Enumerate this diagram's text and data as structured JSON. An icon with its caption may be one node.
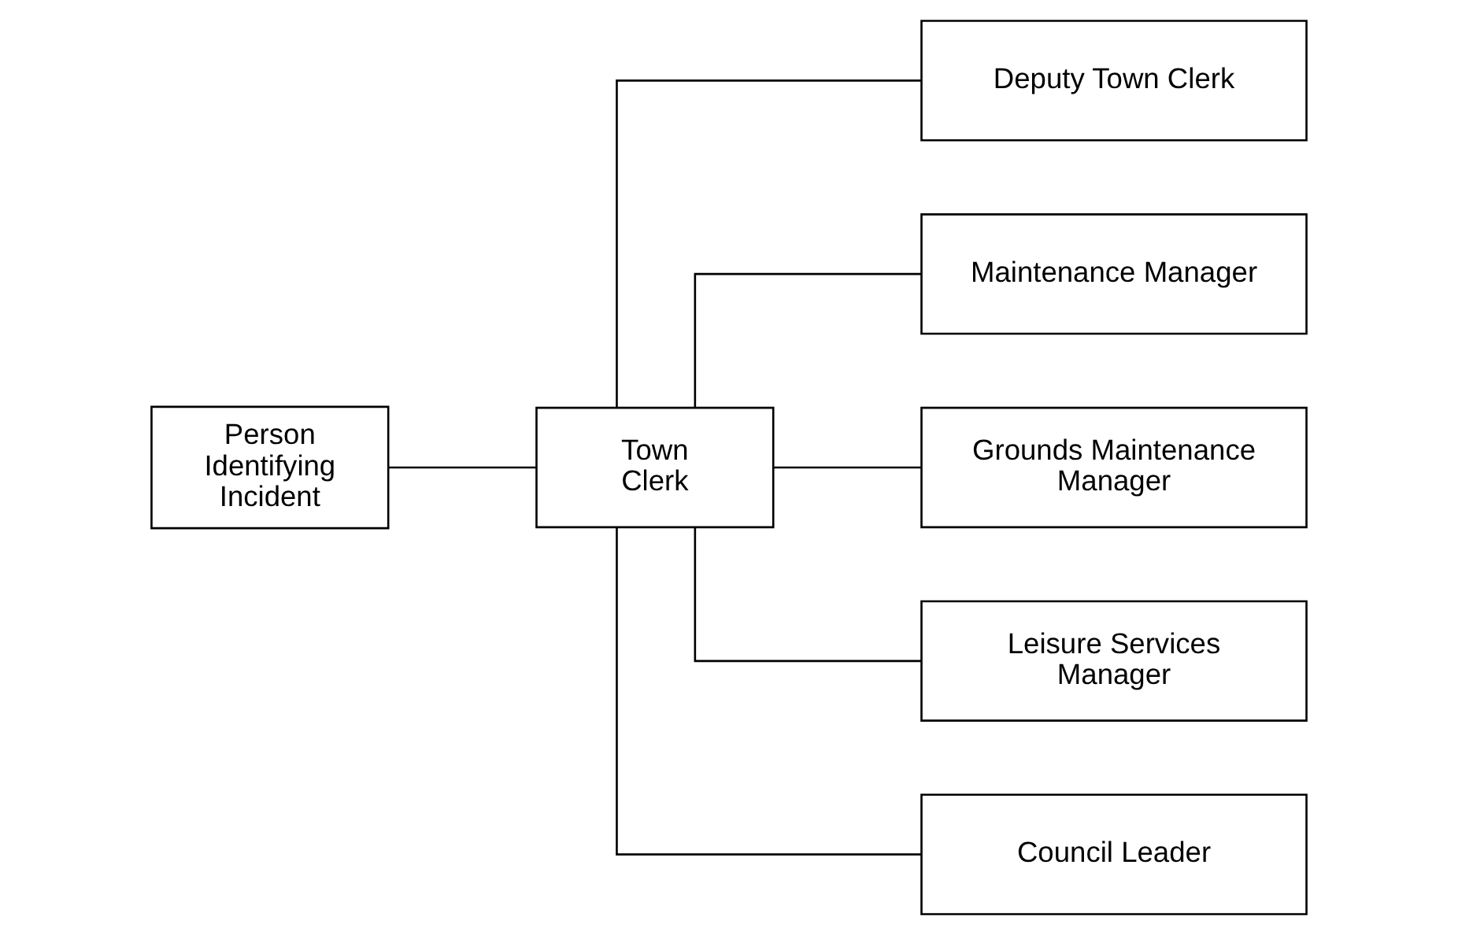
{
  "diagram": {
    "nodes": [
      {
        "text": [
          "Person Identifying Incident"
        ]
      },
      {
        "text": [
          "Town Clerk"
        ]
      },
      {
        "text": [
          "Deputy Town Clerk"
        ]
      },
      {
        "text": [
          "Maintenance Manager"
        ]
      },
      {
        "text": [
          "Grounds Maintenance Manager"
        ]
      },
      {
        "text": [
          "Leisure Services Manager"
        ]
      },
      {
        "text": [
          "Council Leader"
        ]
      }
    ],
    "edges": [
      {
        "from": 0,
        "to": 1,
        "arrow": "none"
      },
      {
        "from": 1,
        "to": 2,
        "arrow": "none"
      },
      {
        "from": 1,
        "to": 3,
        "arrow": "none"
      },
      {
        "from": 1,
        "to": 4,
        "arrow": "none"
      },
      {
        "from": 1,
        "to": 5,
        "arrow": "none"
      },
      {
        "from": 1,
        "to": 6,
        "arrow": "none"
      }
    ]
  }
}
